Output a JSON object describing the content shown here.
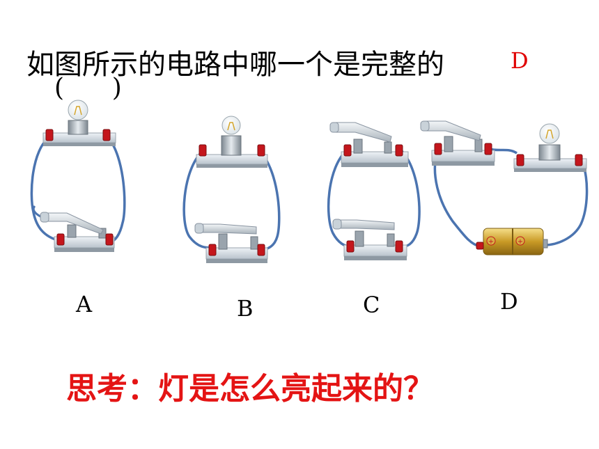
{
  "question": {
    "text": "如图所示的电路中哪一个是完整的",
    "parentheses": "(      )",
    "answer": "D"
  },
  "options": [
    {
      "id": "a",
      "label": "A"
    },
    {
      "id": "b",
      "label": "B"
    },
    {
      "id": "c",
      "label": "C"
    },
    {
      "id": "d",
      "label": "D"
    }
  ],
  "prompt": "思考：灯是怎么亮起来的？",
  "colors": {
    "wire": "#4b74b0",
    "terminal": "#c4161c",
    "answer": "#e00000",
    "prompt": "#e41414",
    "battery": "#d4a52b"
  }
}
